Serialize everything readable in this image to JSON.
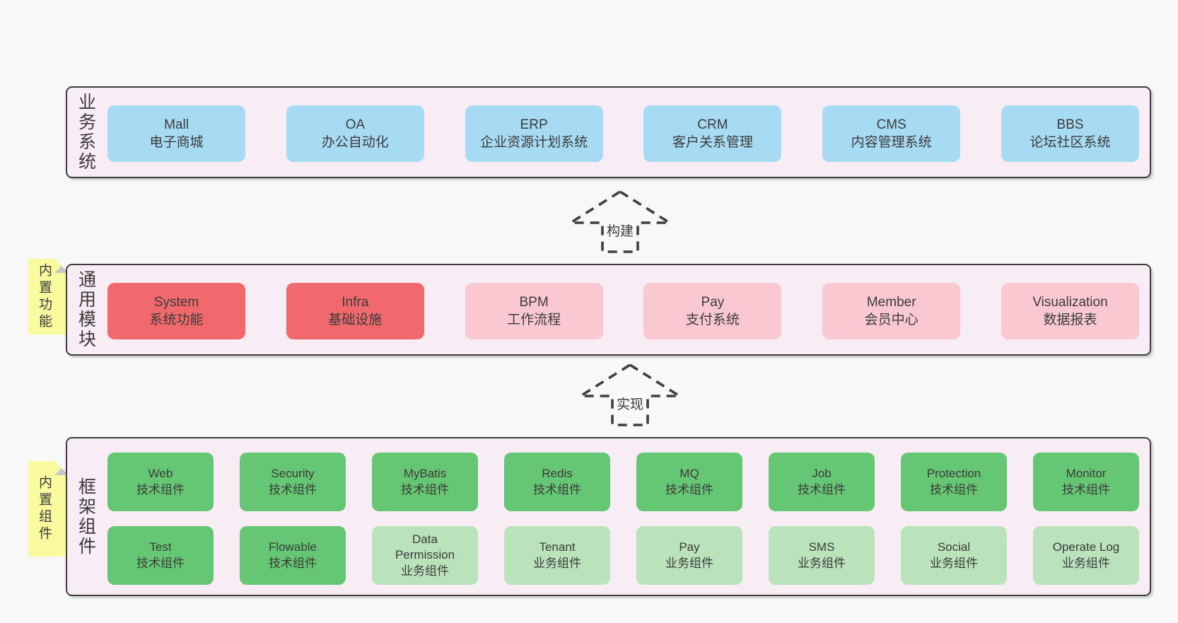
{
  "colors": {
    "page_bg": "#f8f8f8",
    "band_fill": "#f8edf5",
    "band_border": "#3e3e3e",
    "text": "#3b3b3b",
    "arrow": "#3f3f3f",
    "sticky_yellow": "#fafa9e",
    "sticky_fold": "#c6c6c6",
    "blue": "#a7dbf4",
    "red": "#f1696c",
    "pink": "#fac8d1",
    "green": "#65c673",
    "lightgreen": "#bae3bb"
  },
  "bands": [
    {
      "label": "业务系统",
      "sticky": null,
      "rows": [
        [
          {
            "title": "Mall",
            "subtitle": "电子商城",
            "variant": "blue"
          },
          {
            "title": "OA",
            "subtitle": "办公自动化",
            "variant": "blue"
          },
          {
            "title": "ERP",
            "subtitle": "企业资源计划系统",
            "variant": "blue"
          },
          {
            "title": "CRM",
            "subtitle": "客户关系管理",
            "variant": "blue"
          },
          {
            "title": "CMS",
            "subtitle": "内容管理系统",
            "variant": "blue"
          },
          {
            "title": "BBS",
            "subtitle": "论坛社区系统",
            "variant": "blue"
          }
        ]
      ]
    },
    {
      "label": "通用模块",
      "sticky": "内置功能",
      "rows": [
        [
          {
            "title": "System",
            "subtitle": "系统功能",
            "variant": "red"
          },
          {
            "title": "Infra",
            "subtitle": "基础设施",
            "variant": "red"
          },
          {
            "title": "BPM",
            "subtitle": "工作流程",
            "variant": "pink"
          },
          {
            "title": "Pay",
            "subtitle": "支付系统",
            "variant": "pink"
          },
          {
            "title": "Member",
            "subtitle": "会员中心",
            "variant": "pink"
          },
          {
            "title": "Visualization",
            "subtitle": "数据报表",
            "variant": "pink"
          }
        ]
      ]
    },
    {
      "label": "框架组件",
      "sticky": "内置组件",
      "rows": [
        [
          {
            "title": "Web",
            "subtitle": "技术组件",
            "variant": "green"
          },
          {
            "title": "Security",
            "subtitle": "技术组件",
            "variant": "green"
          },
          {
            "title": "MyBatis",
            "subtitle": "技术组件",
            "variant": "green"
          },
          {
            "title": "Redis",
            "subtitle": "技术组件",
            "variant": "green"
          },
          {
            "title": "MQ",
            "subtitle": "技术组件",
            "variant": "green"
          },
          {
            "title": "Job",
            "subtitle": "技术组件",
            "variant": "green"
          },
          {
            "title": "Protection",
            "subtitle": "技术组件",
            "variant": "green"
          },
          {
            "title": "Monitor",
            "subtitle": "技术组件",
            "variant": "green"
          }
        ],
        [
          {
            "title": "Test",
            "subtitle": "技术组件",
            "variant": "green"
          },
          {
            "title": "Flowable",
            "subtitle": "技术组件",
            "variant": "green"
          },
          {
            "title": "Data Permission",
            "subtitle": "业务组件",
            "variant": "lightgreen"
          },
          {
            "title": "Tenant",
            "subtitle": "业务组件",
            "variant": "lightgreen"
          },
          {
            "title": "Pay",
            "subtitle": "业务组件",
            "variant": "lightgreen"
          },
          {
            "title": "SMS",
            "subtitle": "业务组件",
            "variant": "lightgreen"
          },
          {
            "title": "Social",
            "subtitle": "业务组件",
            "variant": "lightgreen"
          },
          {
            "title": "Operate Log",
            "subtitle": "业务组件",
            "variant": "lightgreen"
          }
        ]
      ]
    }
  ],
  "arrows": [
    {
      "label": "构建"
    },
    {
      "label": "实现"
    }
  ]
}
